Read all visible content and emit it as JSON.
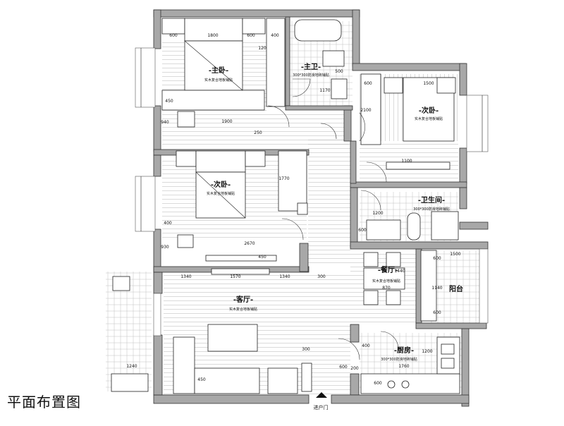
{
  "caption": "平面布置图",
  "rooms": {
    "master_bedroom": {
      "name": "-主卧-",
      "floor": "实木复合地板铺贴"
    },
    "master_bath": {
      "name": "-主卫-",
      "floor": "300*300防滑地砖铺贴"
    },
    "second_bedroom_right": {
      "name": "-次卧-",
      "floor": "实木复合地板铺贴"
    },
    "second_bedroom_left": {
      "name": "-次卧-",
      "floor": "实木复合地板铺贴"
    },
    "bathroom": {
      "name": "-卫生间-",
      "floor": "300*300防滑地砖铺贴"
    },
    "dining": {
      "name": "-餐厅-",
      "floor": "实木复合地板铺贴"
    },
    "living": {
      "name": "-客厅-",
      "floor": "实木复合地板铺贴"
    },
    "kitchen": {
      "name": "-厨房-",
      "floor": "300*300防滑地砖铺贴"
    },
    "balcony": {
      "name": "阳台"
    }
  },
  "entrance": "进户门",
  "dimensions": {
    "mb_600a": "600",
    "mb_1800": "1800",
    "mb_600b": "600",
    "mb_400": "400",
    "mb_120": "120",
    "mb_450": "450",
    "mb_940": "940",
    "mb_1900": "1900",
    "mb_250": "250",
    "bath_500": "500",
    "bath_1170": "1170",
    "r_600": "600",
    "r_1500": "1500",
    "r_2100": "2100",
    "r_1100": "1100",
    "l_1770": "1770",
    "l_2670": "2670",
    "l_400": "400",
    "l_450": "450",
    "l_930": "930",
    "wc_1200": "1200",
    "wc_600": "600",
    "wc_1500": "1500",
    "liv_1340a": "1340",
    "liv_1570": "1570",
    "liv_1340b": "1340",
    "liv_300": "300",
    "liv_300b": "300",
    "liv_1240": "1240",
    "liv_450": "450",
    "liv_600": "600",
    "liv_200": "200",
    "din_1440": "1440",
    "din_870": "870",
    "k_400": "400",
    "k_1200": "1200",
    "k_1760": "1760",
    "k_600": "600",
    "bal_600": "600",
    "bal_1140": "1140",
    "bal_600b": "600"
  }
}
